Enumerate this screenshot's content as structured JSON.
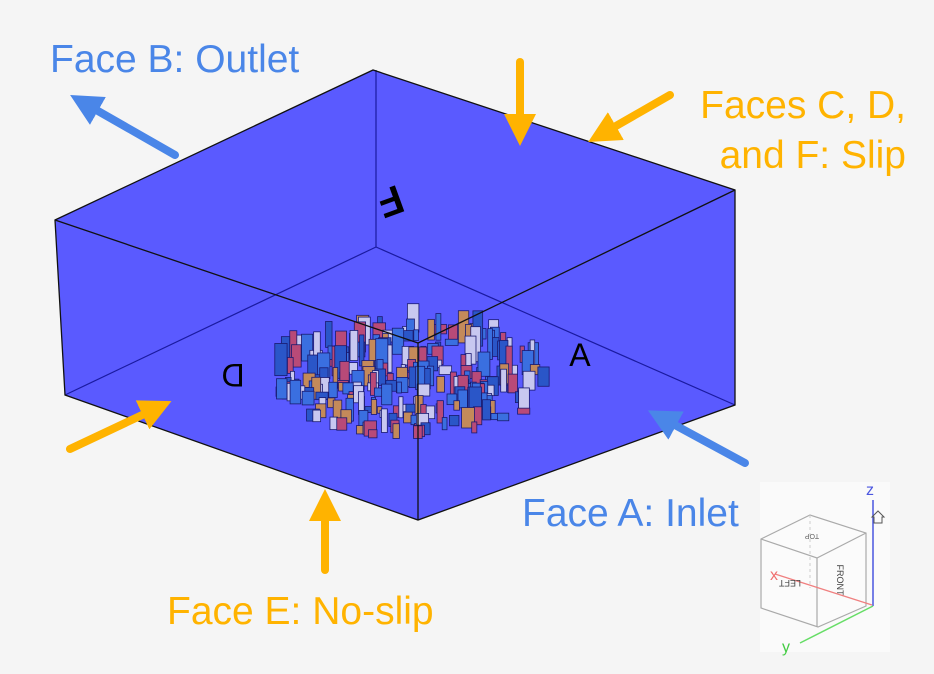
{
  "labels": {
    "face_b": "Face B: Outlet",
    "faces_cdf_line1": "Faces C, D,",
    "faces_cdf_line2": "and F: Slip",
    "face_a": "Face A: Inlet",
    "face_e": "Face E: No-slip"
  },
  "face_markers": {
    "top": "F",
    "left": "D",
    "right": "A"
  },
  "view_cube": {
    "top": "TOP",
    "left": "LEFT",
    "front": "FRONT",
    "axis_x": "x",
    "axis_y": "y",
    "axis_z": "z"
  },
  "colors": {
    "domain": "#5a5aff",
    "label_blue": "#4a86e8",
    "label_orange": "#ffb300",
    "buildings": [
      "#3a6fe0",
      "#c48a5a",
      "#b84a78",
      "#c8c8f0",
      "#2a56c8"
    ]
  }
}
